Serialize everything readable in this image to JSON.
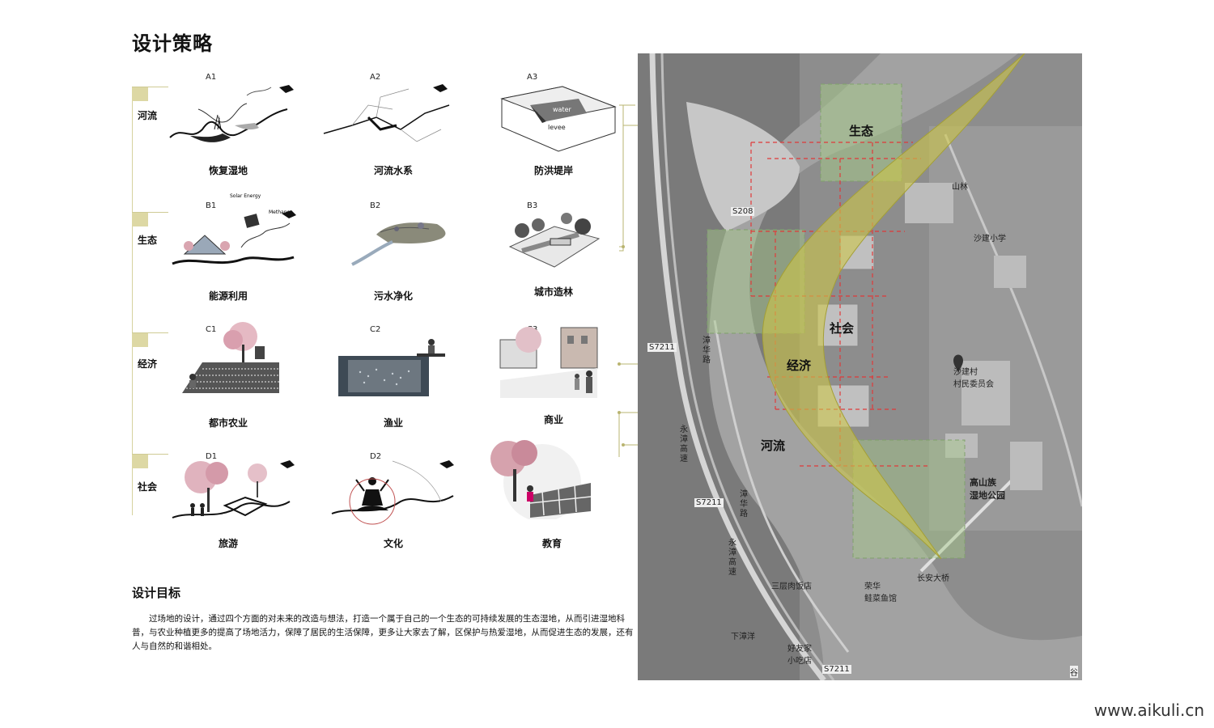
{
  "page": {
    "title": "设计策略",
    "watermark": "www.aikuli.cn"
  },
  "rows": [
    {
      "label": "河流",
      "cells": [
        {
          "code": "A1",
          "name": "恢复湿地"
        },
        {
          "code": "A2",
          "name": "河流水系"
        },
        {
          "code": "A3",
          "name": "防洪堤岸",
          "tags": {
            "water": "water",
            "levee": "levee"
          }
        }
      ]
    },
    {
      "label": "生态",
      "cells": [
        {
          "code": "B1",
          "name": "能源利用",
          "tags": {
            "solar": "Solar Energy",
            "methane": "Methane"
          }
        },
        {
          "code": "B2",
          "name": "污水净化"
        },
        {
          "code": "B3",
          "name": "城市造林"
        }
      ]
    },
    {
      "label": "经济",
      "cells": [
        {
          "code": "C1",
          "name": "都市农业"
        },
        {
          "code": "C2",
          "name": "渔业"
        },
        {
          "code": "C3",
          "name": "商业"
        }
      ]
    },
    {
      "label": "社会",
      "cells": [
        {
          "code": "D1",
          "name": "旅游"
        },
        {
          "code": "D2",
          "name": "文化"
        },
        {
          "code": "D3",
          "name": "教育"
        }
      ]
    }
  ],
  "goal": {
    "title": "设计目标",
    "text": "过场地的设计，通过四个方面的对未来的改造与想法，打造一个属于自己的一个生态的可持续发展的生态湿地，从而引进湿地科普，与农业种植更多的提高了场地活力，保障了居民的生活保障，更多让大家去了解，区保护与热爱湿地，从而促进生态的发展，还有人与自然的和谐相处。"
  },
  "map": {
    "zones": {
      "ecology": "生态",
      "society": "社会",
      "economy": "经济",
      "river": "河流"
    },
    "labels": {
      "park": "高山族\n湿地公园",
      "village": "沙建村\n村民委员会",
      "bridge": "长安大桥",
      "road1": "漳华路",
      "road2": "漳华路",
      "road3": "永漳高速",
      "road4": "永漳高速",
      "s1": "S7211",
      "s2": "S7211",
      "s3": "S7211",
      "s4": "S208",
      "school": "沙建小学",
      "hotel": "三层肉饭店",
      "fish": "荣华\n鲑菜鱼馆",
      "town": "下漳洋",
      "snack": "好友家\n小吃店",
      "forest": "山林",
      "corner": "谷"
    },
    "colors": {
      "ecology_zone": "#9fbf86",
      "corridor": "#c9c24a",
      "dash": "#e03a3a",
      "link": "#b9b470"
    }
  }
}
